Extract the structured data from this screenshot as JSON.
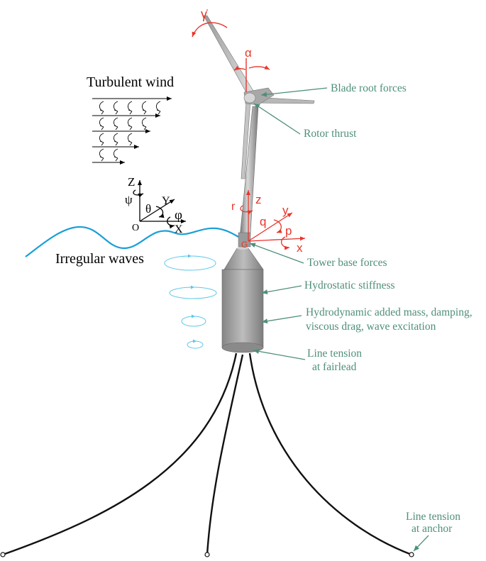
{
  "colors": {
    "annotation": "#4e8f78",
    "motion": "#e8352a",
    "water": "#1a9fd6",
    "vortex": "#5bc8e8",
    "structure": "#8a8a8a"
  },
  "labels": {
    "turbulent_wind": "Turbulent wind",
    "irregular_waves": "Irregular waves",
    "blade_root_forces": "Blade root forces",
    "rotor_thrust": "Rotor thrust",
    "tower_base_forces": "Tower base forces",
    "hydrostatic_stiffness": "Hydrostatic stiffness",
    "hydrodynamic_line1": "Hydrodynamic added mass, damping,",
    "hydrodynamic_line2": "viscous drag, wave excitation",
    "fairlead_line1": "Line tension",
    "fairlead_line2": "at fairlead",
    "anchor_line1": "Line tension",
    "anchor_line2": "at anchor"
  },
  "global_axes": {
    "z": "Z",
    "y": "Y",
    "x": "X",
    "origin": "O",
    "psi": "ψ",
    "theta": "θ",
    "phi": "φ"
  },
  "body_axes": {
    "z": "z",
    "y": "y",
    "x": "x",
    "r": "r",
    "q": "q",
    "p": "p",
    "origin": "G"
  },
  "rotor": {
    "gamma_dot": "γ̇",
    "alpha": "α"
  }
}
